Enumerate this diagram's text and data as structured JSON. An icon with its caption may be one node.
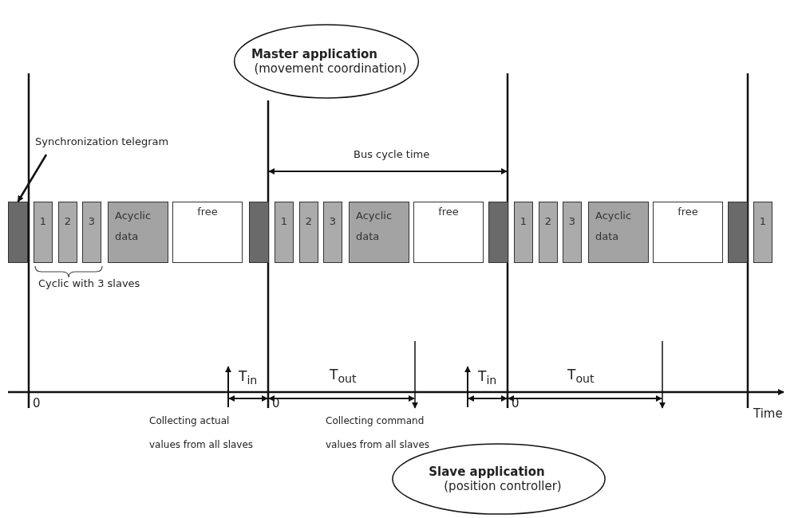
{
  "diagram": {
    "nodes": [
      {
        "text": [
          "Master application",
          "(movement coordination)"
        ]
      },
      {
        "text": [
          "Synchronization telegram"
        ]
      },
      {
        "text": [],
        "shape": "box"
      },
      {
        "text": [
          "1"
        ]
      },
      {
        "text": [
          "2"
        ]
      },
      {
        "text": [
          "3"
        ]
      },
      {
        "text": [
          "Acyclic data"
        ]
      },
      {
        "text": [
          "free"
        ]
      },
      {
        "text": [],
        "shape": "box"
      },
      {
        "text": [
          "1"
        ]
      },
      {
        "text": [
          "2"
        ]
      },
      {
        "text": [
          "3"
        ]
      },
      {
        "text": [
          "Acyclic data"
        ]
      },
      {
        "text": [
          "free"
        ]
      },
      {
        "text": [],
        "shape": "box"
      },
      {
        "text": [
          "1"
        ]
      },
      {
        "text": [
          "2"
        ]
      },
      {
        "text": [
          "3"
        ]
      },
      {
        "text": [
          "Acyclic data"
        ]
      },
      {
        "text": [
          "free"
        ]
      },
      {
        "text": [],
        "shape": "box"
      },
      {
        "text": [
          "1"
        ]
      },
      {
        "text": [
          "Slave application",
          "(position controller)"
        ]
      }
    ],
    "edges": [
      {
        "from": 1,
        "to": 2,
        "arrow": "to"
      }
    ],
    "labels": [
      "Bus cycle time",
      "Cyclic with 3 slaves",
      "T$_{in}$",
      "T$_{out}$",
      "T$_{in}$",
      "T$_{out}$",
      "0",
      "0",
      "0",
      "Time",
      "Collecting actual values from all slaves",
      "Collecting command values from all slaves"
    ]
  }
}
